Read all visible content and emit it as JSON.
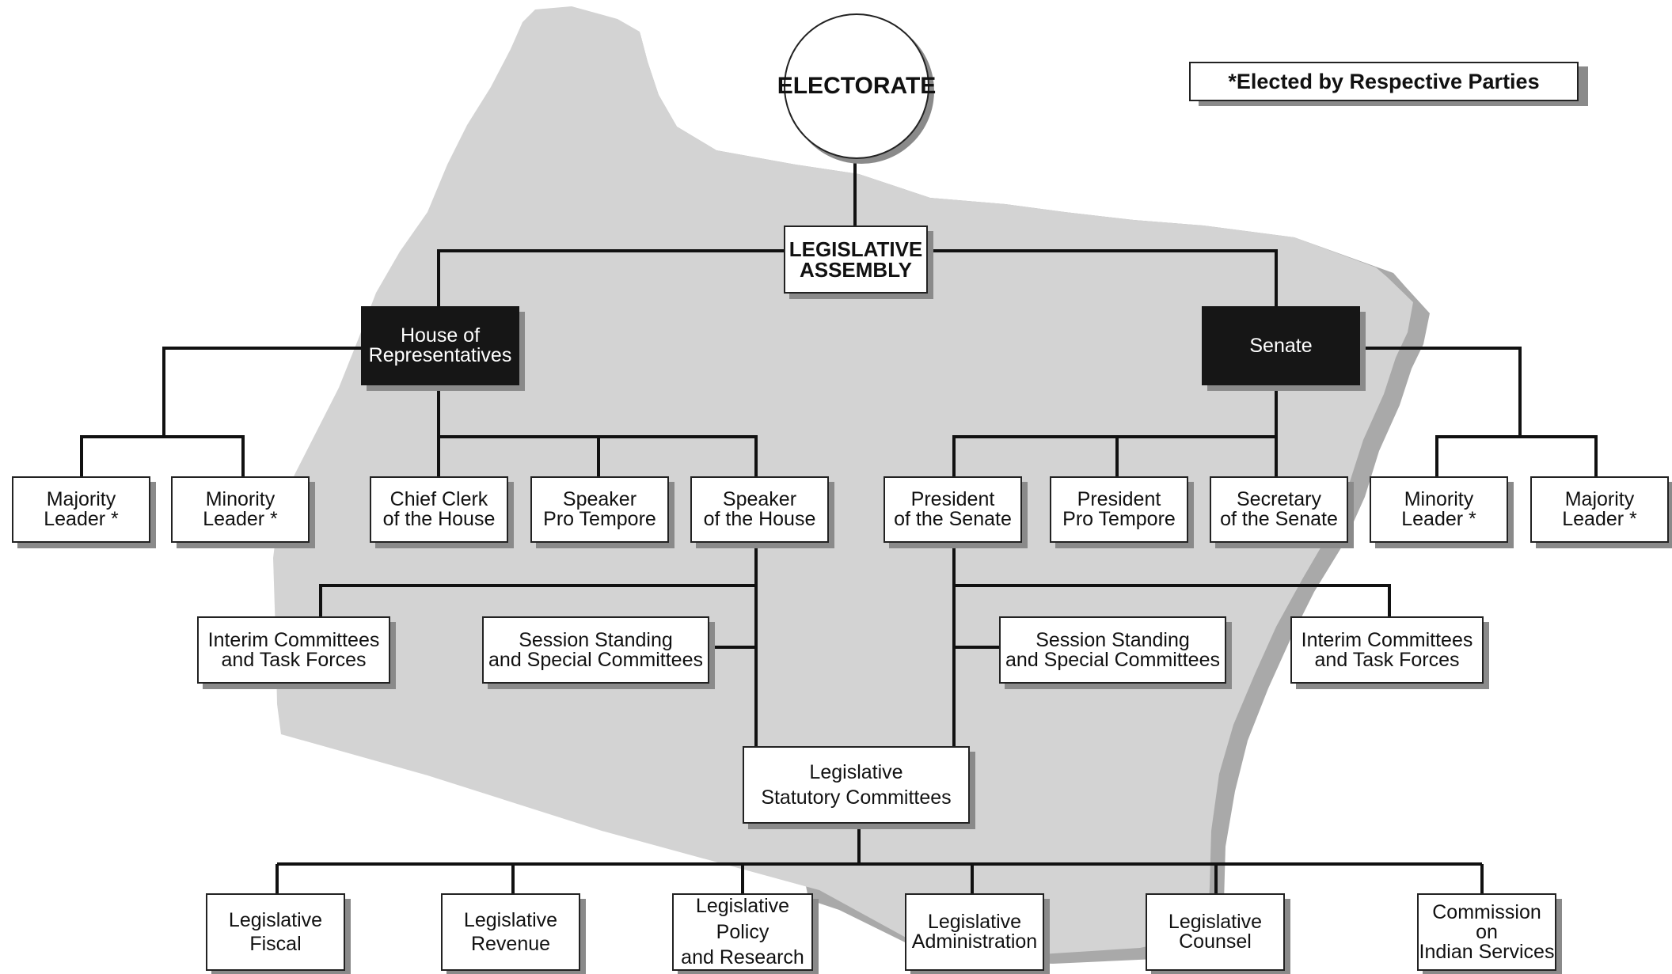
{
  "legend": {
    "text": "*Elected by Respective Parties"
  },
  "electorate": {
    "label": "ELECTORATE"
  },
  "assembly": {
    "label": "LEGISLATIVE\nASSEMBLY"
  },
  "house": {
    "label": "House of\nRepresentatives",
    "majority_leader": "Majority\nLeader *",
    "minority_leader": "Minority\nLeader *",
    "chief_clerk": "Chief Clerk\nof the House",
    "speaker_pro_tempore": "Speaker\nPro Tempore",
    "speaker": "Speaker\nof the House",
    "interim_committees": "Interim Committees\nand Task Forces",
    "session_committees": "Session Standing\nand Special Committees"
  },
  "senate": {
    "label": "Senate",
    "president": "President\nof the Senate",
    "president_pro_tempore": "President\nPro Tempore",
    "secretary": "Secretary\nof the Senate",
    "minority_leader": "Minority\nLeader *",
    "majority_leader": "Majority\nLeader *",
    "session_committees": "Session Standing\nand Special Committees",
    "interim_committees": "Interim Committees\nand Task Forces"
  },
  "statutory": {
    "label": "Legislative\nStatutory Committees",
    "fiscal": "Legislative\nFiscal",
    "revenue": "Legislative\nRevenue",
    "policy_research": "Legislative Policy\nand Research",
    "administration": "Legislative\nAdministration",
    "counsel": "Legislative\nCounsel",
    "indian_services": "Commission on\nIndian Services"
  },
  "colors": {
    "silhouette": "#d3d3d3",
    "silhouette_shadow": "#a9a9a9",
    "box_shadow": "#8a8a8a",
    "dark_box": "#161616",
    "line": "#111111"
  }
}
